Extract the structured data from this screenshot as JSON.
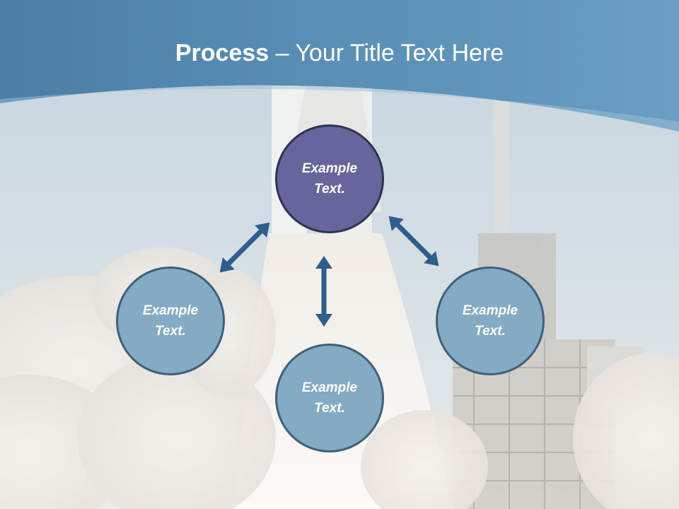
{
  "title": {
    "bold": "Process",
    "rest": " – Your Title Text Here"
  },
  "nodes": [
    {
      "line1": "Example",
      "line2": "Text."
    },
    {
      "line1": "Example",
      "line2": "Text."
    },
    {
      "line1": "Example",
      "line2": "Text."
    },
    {
      "line1": "Example",
      "line2": "Text."
    }
  ],
  "colors": {
    "header": "#4b7ea6",
    "top_node": "#68659c",
    "side_node": "#84aac4",
    "arrow": "#2f5d8c"
  }
}
